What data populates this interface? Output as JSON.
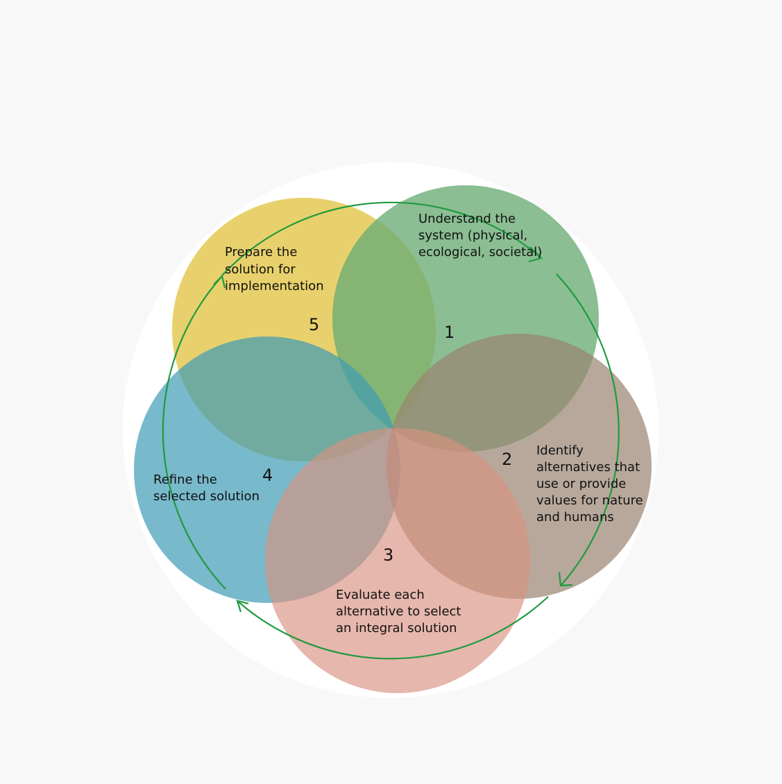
{
  "colors": {
    "background": "#f8f8f8",
    "outer_disc": "#ffffff",
    "arrow": "#1f9a3f",
    "step1": "#6aac74",
    "step2": "#988370",
    "step3": "#d99080",
    "step4": "#3f9bb5",
    "step5": "#e1c443",
    "text": "#111111"
  },
  "steps": [
    {
      "number": "1",
      "lines": [
        "Understand the",
        "system (physical,",
        "ecological, societal)"
      ]
    },
    {
      "number": "2",
      "lines": [
        "Identify",
        "alternatives that",
        "use or provide",
        "values for nature",
        "and humans"
      ]
    },
    {
      "number": "3",
      "lines": [
        "Evaluate each",
        "alternative to select",
        "an integral solution"
      ]
    },
    {
      "number": "4",
      "lines": [
        "Refine the",
        "selected solution"
      ]
    },
    {
      "number": "5",
      "lines": [
        "Prepare the",
        "solution for",
        "implementation"
      ]
    }
  ]
}
